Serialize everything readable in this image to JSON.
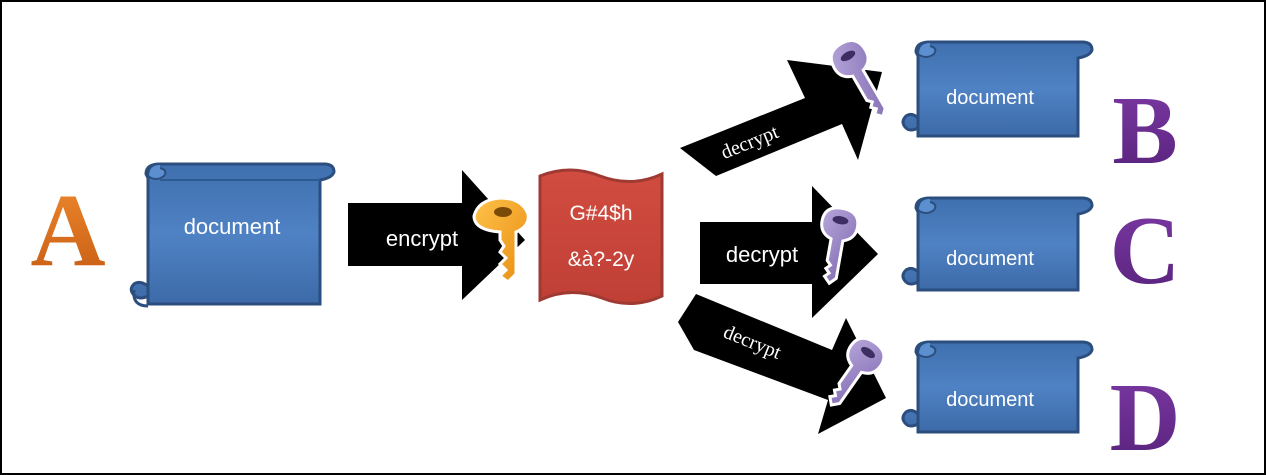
{
  "diagram": {
    "colors": {
      "scroll_fill": "#4a7bbf",
      "scroll_dark": "#2e5a92",
      "scroll_stroke": "#2b4e7e",
      "arrow": "#000000",
      "encrypted_fill": "#c9443a",
      "encrypted_stroke": "#a33a33",
      "key_gold": "#f3a42c",
      "key_purple": "#9a86c4",
      "letter_a": "#e0701f",
      "letter_bcd": "#6a2d8f"
    },
    "parties": {
      "a": "A",
      "b": "B",
      "c": "C",
      "d": "D"
    },
    "source_document": {
      "label": "document"
    },
    "encrypt_arrow": {
      "label": "encrypt",
      "icon": "gold-key-icon"
    },
    "ciphertext": {
      "line1": "G#4$h",
      "line2": "&à?-2y"
    },
    "branches": [
      {
        "arrow_label": "decrypt",
        "icon": "purple-key-icon",
        "document_label": "document"
      },
      {
        "arrow_label": "decrypt",
        "icon": "purple-key-icon",
        "document_label": "document"
      },
      {
        "arrow_label": "decrypt",
        "icon": "purple-key-icon",
        "document_label": "document"
      }
    ]
  }
}
